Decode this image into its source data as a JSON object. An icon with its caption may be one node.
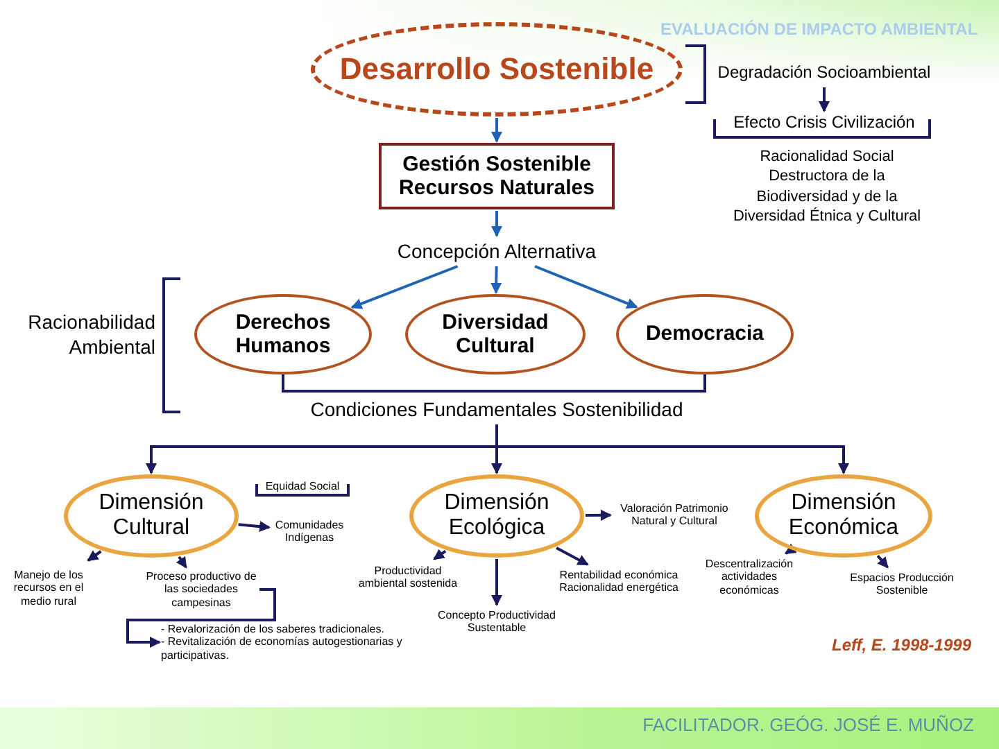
{
  "diagram": {
    "nodes": [
      {
        "text": [
          "Desarrollo Sostenible"
        ]
      },
      {
        "text": [
          "Degradación Socioambiental"
        ]
      },
      {
        "text": [
          "Efecto Crisis Civilización"
        ]
      },
      {
        "text": [
          "Gestión Sostenible Recursos Naturales"
        ]
      },
      {
        "text": [
          "Concepción Alternativa"
        ]
      },
      {
        "text": [
          "Derechos Humanos"
        ]
      },
      {
        "text": [
          "Diversidad Cultural"
        ]
      },
      {
        "text": [
          "Democracia"
        ]
      },
      {
        "text": [
          "Condiciones Fundamentales Sostenibilidad"
        ]
      },
      {
        "text": [
          "Dimensión Cultural"
        ]
      },
      {
        "text": [
          "Dimensión Ecológica"
        ]
      },
      {
        "text": [
          "Dimensión Económica"
        ]
      },
      {
        "text": [
          "Comunidades Indígenas"
        ]
      },
      {
        "text": [
          "Manejo de los recursos en el medio rural"
        ]
      },
      {
        "text": [
          "Proceso productivo de las sociedades campesinas"
        ]
      },
      {
        "text": [
          "- Revalorización de los saberes tradicionales.",
          "- Revitalización de economías autogestionarias y participativas."
        ]
      },
      {
        "text": [
          "Productividad ambiental sostenida"
        ]
      },
      {
        "text": [
          "Concepto Productividad Sustentable"
        ]
      },
      {
        "text": [
          "Valoración Patrimonio Natural y Cultural"
        ]
      },
      {
        "text": [
          "Rentabilidad económica Racionalidad energética"
        ]
      },
      {
        "text": [
          "Descentralización actividades económicas"
        ]
      },
      {
        "text": [
          "Espacios Producción Sostenible"
        ]
      }
    ],
    "edges": [
      {
        "from": 1,
        "to": 2,
        "arrow": "to"
      },
      {
        "from": 0,
        "to": 3,
        "arrow": "to",
        "color": "#1f63b5"
      },
      {
        "from": 3,
        "to": 4,
        "arrow": "to",
        "color": "#1f63b5"
      },
      {
        "from": 4,
        "to": 5,
        "arrow": "to",
        "color": "#1f63b5"
      },
      {
        "from": 4,
        "to": 6,
        "arrow": "to",
        "color": "#1f63b5"
      },
      {
        "from": 4,
        "to": 7,
        "arrow": "to",
        "color": "#1f63b5"
      },
      {
        "from": 8,
        "to": 9,
        "arrow": "to"
      },
      {
        "from": 8,
        "to": 10,
        "arrow": "to"
      },
      {
        "from": 8,
        "to": 11,
        "arrow": "to"
      },
      {
        "from": 9,
        "to": 12,
        "arrow": "to"
      },
      {
        "from": 9,
        "to": 13,
        "arrow": "to"
      },
      {
        "from": 9,
        "to": 14,
        "arrow": "to"
      },
      {
        "from": 14,
        "to": 15,
        "arrow": "to"
      },
      {
        "from": 10,
        "to": 16,
        "arrow": "to"
      },
      {
        "from": 10,
        "to": 17,
        "arrow": "to"
      },
      {
        "from": 10,
        "to": 18,
        "arrow": "to"
      },
      {
        "from": 10,
        "to": 19,
        "arrow": "to"
      },
      {
        "from": 11,
        "to": 20,
        "arrow": "to"
      },
      {
        "from": 11,
        "to": 21,
        "arrow": "to"
      }
    ],
    "labels": [
      "EVALUACIÓN DE IMPACTO AMBIENTAL",
      "Racionalidad Social Destructora de la Biodiversidad y de la Diversidad Étnica y Cultural",
      "Racionabilidad Ambiental",
      "Equidad Social",
      "Leff, E. 1998-1999",
      "FACILITADOR. GEÓG. JOSÉ E. MUÑOZ"
    ]
  }
}
